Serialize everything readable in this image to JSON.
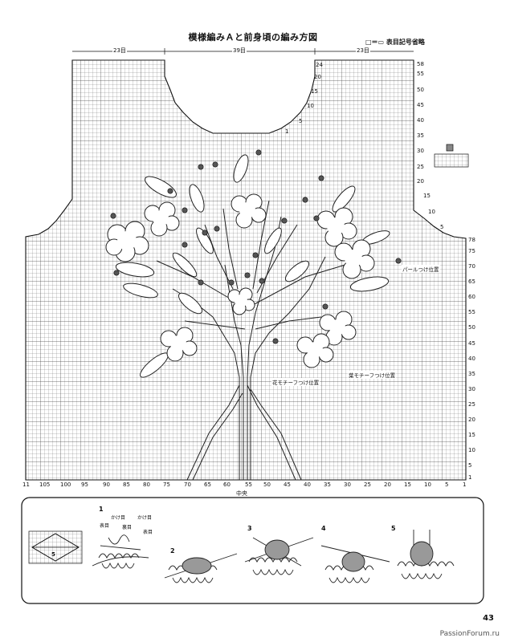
{
  "diagram": {
    "title": "模様編みＡと前身頃の編み方図",
    "legend": "□＝▭ 表目記号省略",
    "top_counts": [
      "23目",
      "39目",
      "23目"
    ],
    "row_labels_right": [
      "58",
      "55",
      "50",
      "45",
      "40",
      "35",
      "30",
      "25",
      "20",
      "15",
      "10",
      "5"
    ],
    "row_labels_neck": [
      "24",
      "20",
      "15",
      "10",
      "5",
      "1"
    ],
    "row_labels_main": [
      "78",
      "75",
      "70",
      "65",
      "60",
      "55",
      "50",
      "45",
      "40",
      "35",
      "30",
      "25",
      "20",
      "15",
      "10",
      "5",
      "1"
    ],
    "stitch_labels": [
      "11",
      "105",
      "100",
      "95",
      "90",
      "85",
      "80",
      "75",
      "70",
      "65",
      "60",
      "55",
      "50",
      "45",
      "40",
      "35",
      "30",
      "25",
      "20",
      "15",
      "10",
      "5",
      "1"
    ],
    "center_label": "中央",
    "notes": {
      "pearl": "パールつけ位置",
      "flower": "花モチーフつけ位置",
      "leaf": "葉モチーフつけ位置"
    },
    "small_chart_label": "5"
  },
  "technique": {
    "steps": [
      "1",
      "2",
      "3",
      "4",
      "5"
    ],
    "labels": [
      "かけ目",
      "表目",
      "かけ目",
      "裏目",
      "表目"
    ]
  },
  "page_number": "43",
  "watermark": "PassionForum.ru"
}
